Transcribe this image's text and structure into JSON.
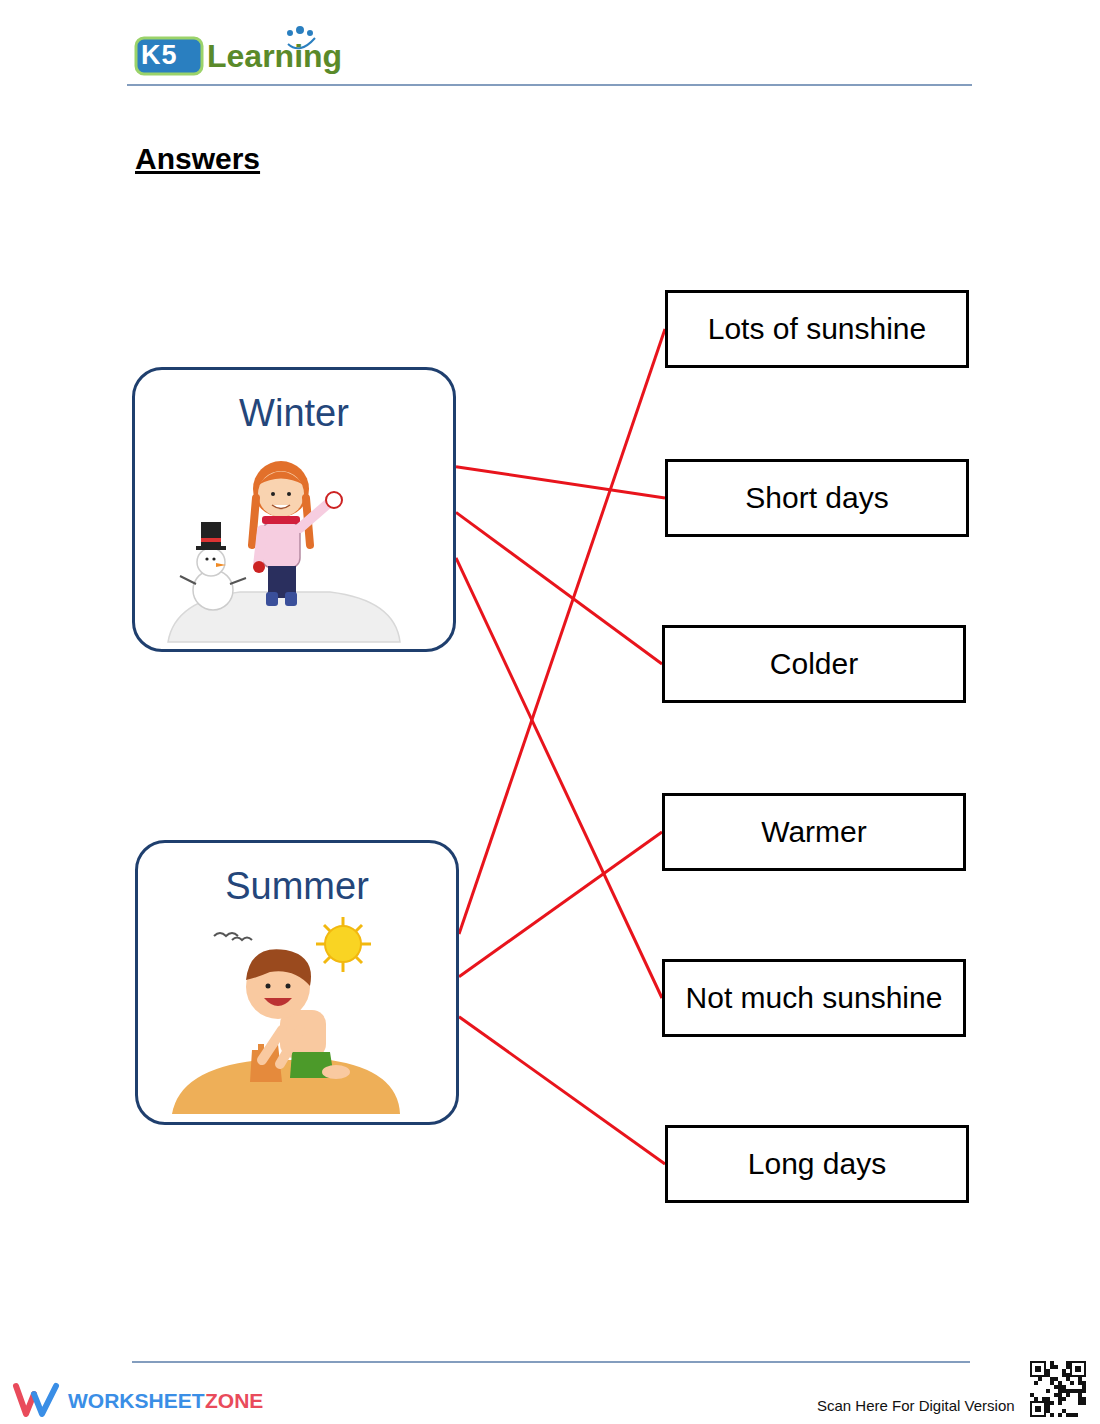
{
  "diagram": {
    "title": "Answers",
    "nodes": [
      {
        "text": [
          "Winter"
        ]
      },
      {
        "text": [
          "Summer"
        ]
      },
      {
        "text": [
          "Lots of sunshine"
        ]
      },
      {
        "text": [
          "Short days"
        ]
      },
      {
        "text": [
          "Colder"
        ]
      },
      {
        "text": [
          "Warmer"
        ]
      },
      {
        "text": [
          "Not much sunshine"
        ]
      },
      {
        "text": [
          "Long days"
        ]
      }
    ],
    "edges": [
      {
        "from": 0,
        "to": 3,
        "arrow": "none"
      },
      {
        "from": 0,
        "to": 4,
        "arrow": "none"
      },
      {
        "from": 0,
        "to": 6,
        "arrow": "none"
      },
      {
        "from": 1,
        "to": 2,
        "arrow": "none"
      },
      {
        "from": 1,
        "to": 5,
        "arrow": "none"
      },
      {
        "from": 1,
        "to": 7,
        "arrow": "none"
      }
    ],
    "labels": [
      "K5",
      "Learning",
      "WORKSHEET",
      "ZONE",
      "Scan Here For Digital Version"
    ]
  }
}
